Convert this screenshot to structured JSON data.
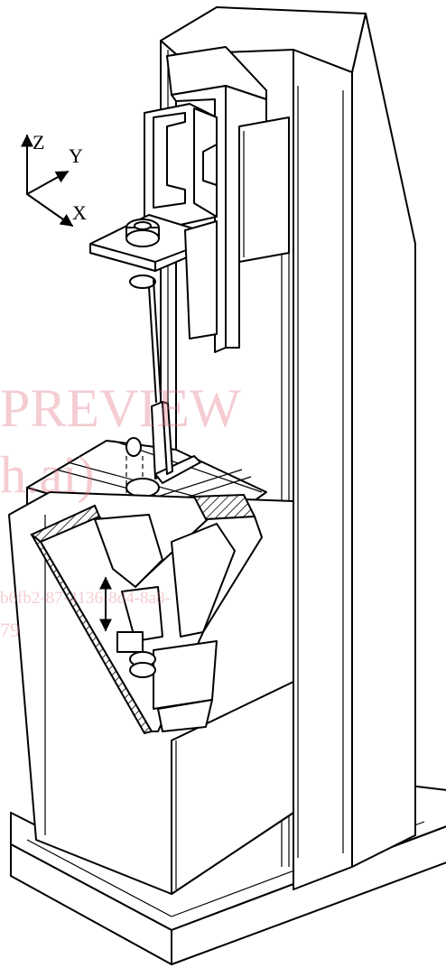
{
  "axes": {
    "z_label": "Z",
    "y_label": "Y",
    "x_label": "X"
  },
  "watermark": {
    "line1": "PREVIEW",
    "line2": "h.ai)",
    "line3": "b6fb2-87-4136-8d4-8a8-",
    "line4": "79"
  },
  "colors": {
    "stroke": "#000000",
    "background": "#ffffff",
    "watermark": "#e07080"
  }
}
